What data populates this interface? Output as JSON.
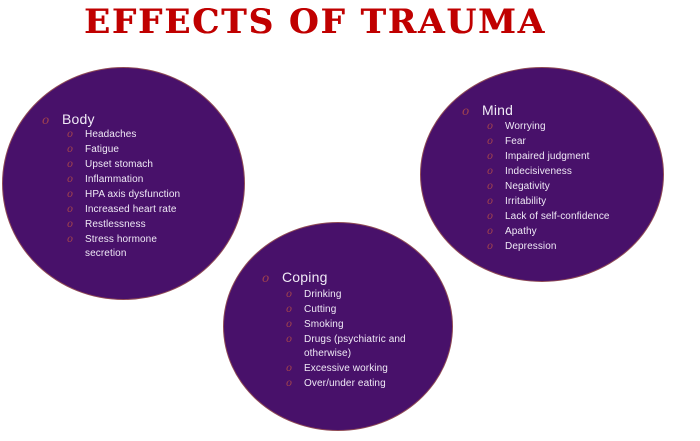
{
  "title": "EFFECTS OF TRAUMA",
  "bullet_glyph": "o",
  "colors": {
    "title_red": "#c00000",
    "circle_purple": "#48116a",
    "circle_border": "#8f4a55",
    "bullet_red": "#a0424e",
    "text_white": "#f0eaf6"
  },
  "circles": {
    "body": {
      "title": "Body",
      "items": [
        "Headaches",
        "Fatigue",
        "Upset stomach",
        "Inflammation",
        "HPA axis dysfunction",
        "Increased heart rate",
        "Restlessness",
        "Stress hormone secretion"
      ]
    },
    "mind": {
      "title": "Mind",
      "items": [
        "Worrying",
        "Fear",
        "Impaired judgment",
        "Indecisiveness",
        "Negativity",
        "Irritability",
        "Lack of self-confidence",
        "Apathy",
        "Depression"
      ]
    },
    "coping": {
      "title": "Coping",
      "items": [
        "Drinking",
        "Cutting",
        "Smoking",
        "Drugs (psychiatric and otherwise)",
        "Excessive working",
        "Over/under eating"
      ]
    }
  }
}
